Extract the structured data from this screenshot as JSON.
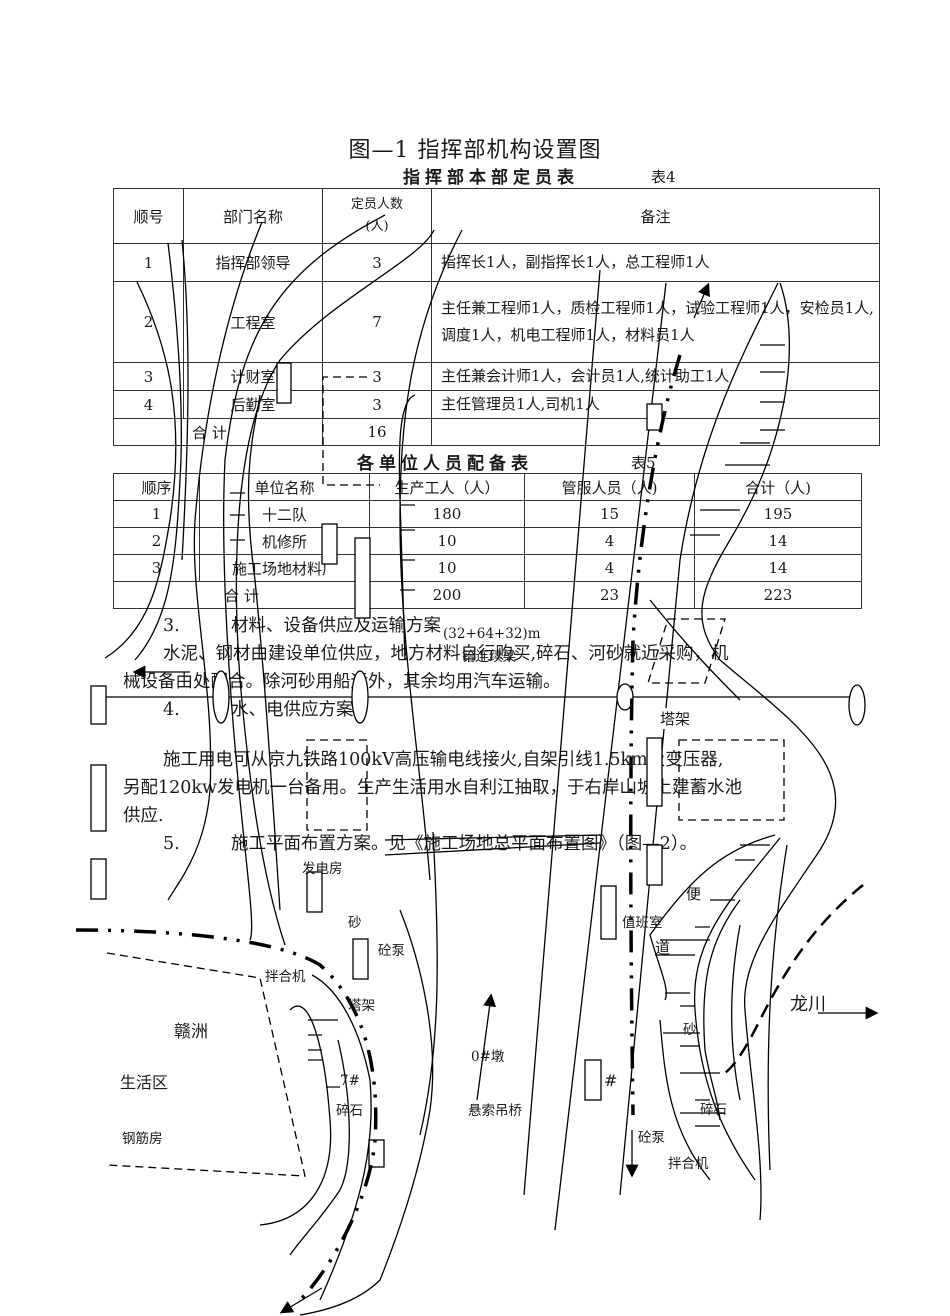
{
  "figure_title": "图—1   指挥部机构设置图",
  "table4": {
    "title": "指挥部本部定员表",
    "number": "表4",
    "headers": [
      "顺号",
      "部门名称",
      "定员人数（人）",
      "备注"
    ],
    "header_count_line1": "定员人数",
    "header_count_line2": "(人)",
    "rows": [
      {
        "no": "1",
        "dept": "指挥部领导",
        "count": "3",
        "note": "指挥长1人，副指挥长1人，总工程师1人"
      },
      {
        "no": "2",
        "dept": "工程室",
        "count": "7",
        "note": "主任兼工程师1人，质检工程师1人，试验工程师1人，安检员1人,调度1人，机电工程师1人，材料员1人"
      },
      {
        "no": "3",
        "dept": "计财室",
        "count": "3",
        "note": "主任兼会计师1人，会计员1人,统计助工1人"
      },
      {
        "no": "4",
        "dept": "后勤室",
        "count": "3",
        "note": "主任管理员1人,司机1人"
      }
    ],
    "total_label": "合   计",
    "total_count": "16"
  },
  "table5": {
    "title": "各单位人员配备表",
    "number": "表5",
    "headers": [
      "顺序",
      "单位名称",
      "生产工人（人）",
      "管服人员（人)",
      "合计（人)"
    ],
    "rows": [
      {
        "no": "1",
        "unit": "十二队",
        "workers": "180",
        "staff": "15",
        "total": "195"
      },
      {
        "no": "2",
        "unit": "机修所",
        "workers": "10",
        "staff": "4",
        "total": "14"
      },
      {
        "no": "3",
        "unit": "施工场地材料厂",
        "workers": "10",
        "staff": "4",
        "total": "14"
      }
    ],
    "total_label": "合  计",
    "total_workers": "200",
    "total_staff": "23",
    "total_total": "223"
  },
  "sections": {
    "s3_num": "3.",
    "s3_title": "材料、设备供应及运输方案",
    "s3_text1": "水泥、钢材由建设单位供应，地方材料自行购买,碎石、河砂就近采购，机",
    "s3_text2": "械设备由处配合。除河砂用船运外，其余均用汽车运输。",
    "s4_num": "4.",
    "s4_title": "水、电供应方案",
    "s4_text1": "施工用电可从京九铁路100kV高压输电线接火,自架引线1.5km及变压器,",
    "s4_text2": "另配120kw发电机一台备用。生产生活用水自利江抽取，于右岸山坡上建蓄水池",
    "s4_text3": "供应.",
    "s5_num": "5.",
    "s5_text": "施工平面布置方案。见《施工场地总平面布置图》（图—2）。"
  },
  "plan_labels": {
    "bridge_span": "(32+64+32)m",
    "bridge_type": "铪连续梁",
    "tower_top": "塔架",
    "generator_room": "发电房",
    "sand_left": "砂",
    "pump_left": "砼泵",
    "mixer_left": "拌合机",
    "tower_left": "塔架",
    "ganzhou": "赣洲",
    "living_area": "生活区",
    "rebar_room": "钢筋房",
    "pier7": "7#",
    "gravel_left": "碎石",
    "pier0": "0#墩",
    "suspension_bridge": "悬索吊桥",
    "hash_right": "#",
    "duty_room": "值班室",
    "road1": "便",
    "road2": "道",
    "sand_right": "砂",
    "gravel_right": "碎石",
    "pump_right": "砼泵",
    "mixer_right": "拌合机",
    "longchuan": "龙川"
  }
}
